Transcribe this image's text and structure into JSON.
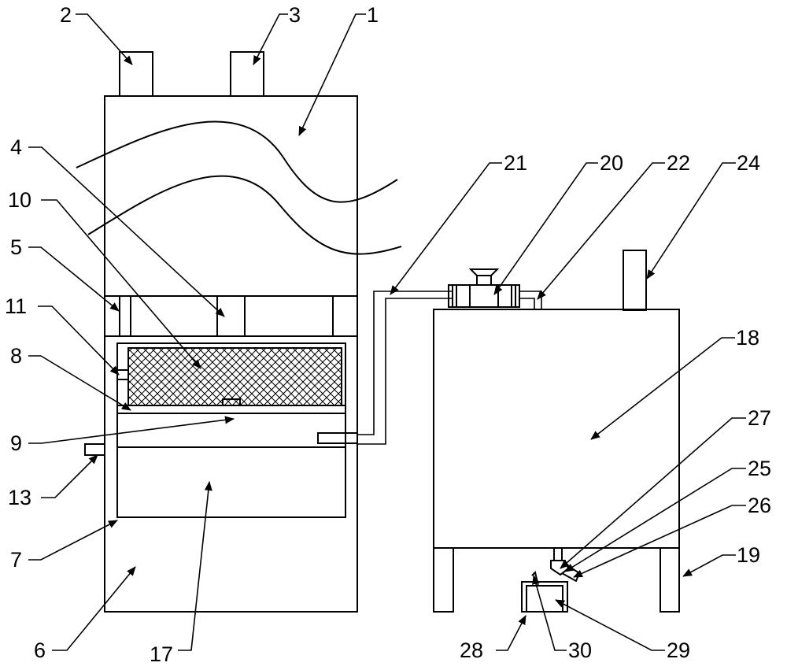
{
  "labels": {
    "l1": "1",
    "l2": "2",
    "l3": "3",
    "l4": "4",
    "l5": "5",
    "l6": "6",
    "l7": "7",
    "l8": "8",
    "l9": "9",
    "l10": "10",
    "l11": "11",
    "l13": "13",
    "l17": "17",
    "l18": "18",
    "l19": "19",
    "l20": "20",
    "l21": "21",
    "l22": "22",
    "l24": "24",
    "l25": "25",
    "l26": "26",
    "l27": "27",
    "l28": "28",
    "l29": "29",
    "l30": "30"
  }
}
